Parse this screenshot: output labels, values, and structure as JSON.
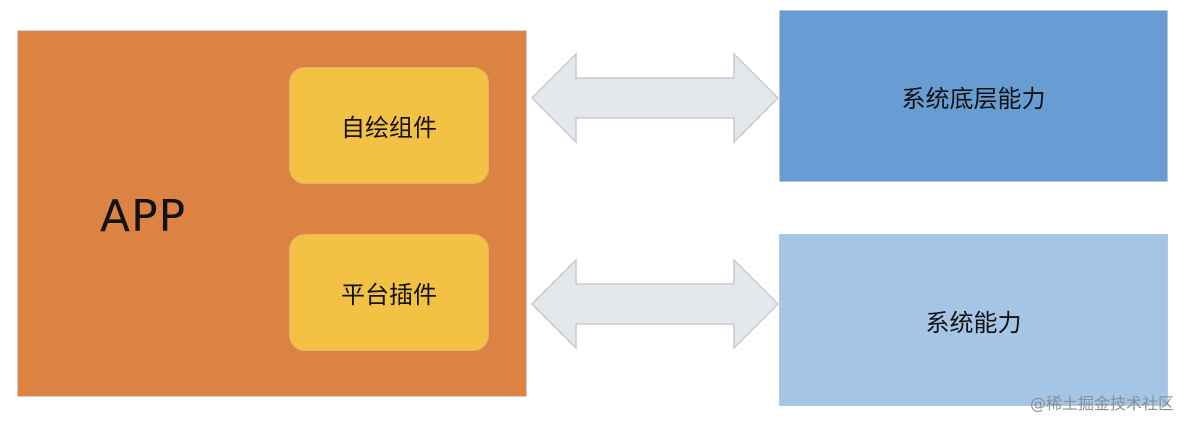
{
  "app": {
    "label": "APP"
  },
  "components": [
    {
      "label": "自绘组件"
    },
    {
      "label": "平台插件"
    }
  ],
  "system": [
    {
      "label": "系统底层能力",
      "color": "#689dd3"
    },
    {
      "label": "系统能力",
      "color": "#a5c5e7"
    }
  ],
  "watermark": "@稀土掘金技术社区",
  "colors": {
    "app": "#dc8343",
    "component": "#f3c144",
    "arrow_fill": "#e4e7ec",
    "arrow_stroke": "#c7ccd4"
  }
}
